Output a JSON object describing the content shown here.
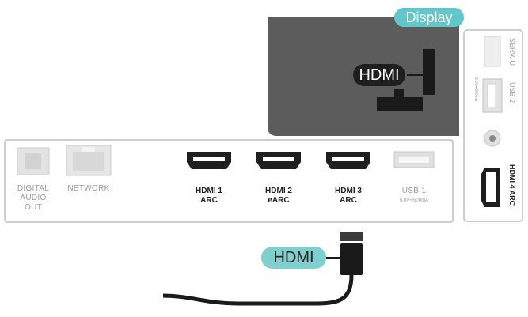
{
  "callouts": {
    "display": "Display",
    "tv_hdmi": "HDMI",
    "cable_hdmi": "HDMI"
  },
  "bottom_ports": {
    "digital_audio_out": [
      "DIGITAL",
      "AUDIO",
      "OUT"
    ],
    "network": "NETWORK",
    "hdmi1": [
      "HDMI 1",
      "ARC"
    ],
    "hdmi2": [
      "HDMI 2",
      "eARC"
    ],
    "hdmi3": [
      "HDMI 3",
      "ARC"
    ],
    "usb1": "USB 1",
    "usb1_rating": "5.0V⎓500mA"
  },
  "side_ports": {
    "serv_u": "SERV. U",
    "usb2": "USB 2",
    "usb2_rating": "5.0V⎓500mA",
    "hdmi4": "HDMI 4 ARC"
  },
  "colors": {
    "callout_teal": "#7fcfcf",
    "display_callout": "#62c7cb",
    "tv_panel": "#5c5c5c",
    "outline": "#bdbdbd"
  }
}
